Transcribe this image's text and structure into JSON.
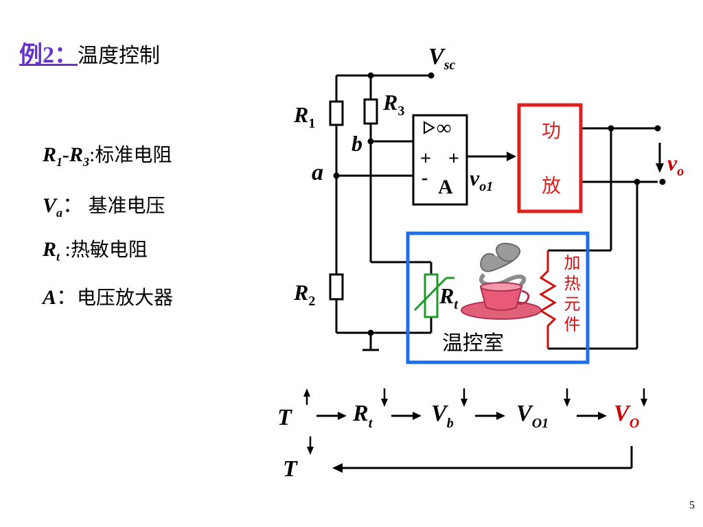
{
  "title": {
    "example": "例2：",
    "topic": "温度控制"
  },
  "legend": [
    {
      "symbol": "R1-R3",
      "sep": ":",
      "desc": "标准电阻"
    },
    {
      "symbol": "Va",
      "sep": "：",
      "desc": "基准电压"
    },
    {
      "symbol": "Rt",
      "sep": " :",
      "desc": "热敏电阻"
    },
    {
      "symbol": "A",
      "sep": "：",
      "desc": "电压放大器"
    }
  ],
  "circuit": {
    "vsc": "V",
    "vsc_sub": "sc",
    "r1": "R",
    "r1_sub": "1",
    "r2": "R",
    "r2_sub": "2",
    "r3": "R",
    "r3_sub": "3",
    "rt": "R",
    "rt_sub": "t",
    "node_a": "a",
    "node_b": "b",
    "amp_infinity": "∞",
    "amp_plus_in": "+",
    "amp_plus_out": "+",
    "amp_minus": "-",
    "amp_label": "A",
    "vo1": "v",
    "vo1_sub": "o1",
    "vo": "v",
    "vo_sub": "o",
    "power_amp": [
      "功",
      "放"
    ],
    "heater": "加热元件",
    "chamber": "温控室"
  },
  "colors": {
    "power_amp_border": "#e0201f",
    "chamber_border": "#1e6ee8",
    "thermistor": "#1f9a2a",
    "heater": "#cc1010",
    "vo_text": "#cc0000",
    "title_link": "#6633cc"
  },
  "flow": {
    "step1": "T",
    "step2": "R",
    "step2_sub": "t",
    "step3": "V",
    "step3_sub": "b",
    "step4": "V",
    "step4_sub": "O1",
    "step5": "V",
    "step5_sub": "O",
    "result": "T"
  },
  "page_number": "5"
}
